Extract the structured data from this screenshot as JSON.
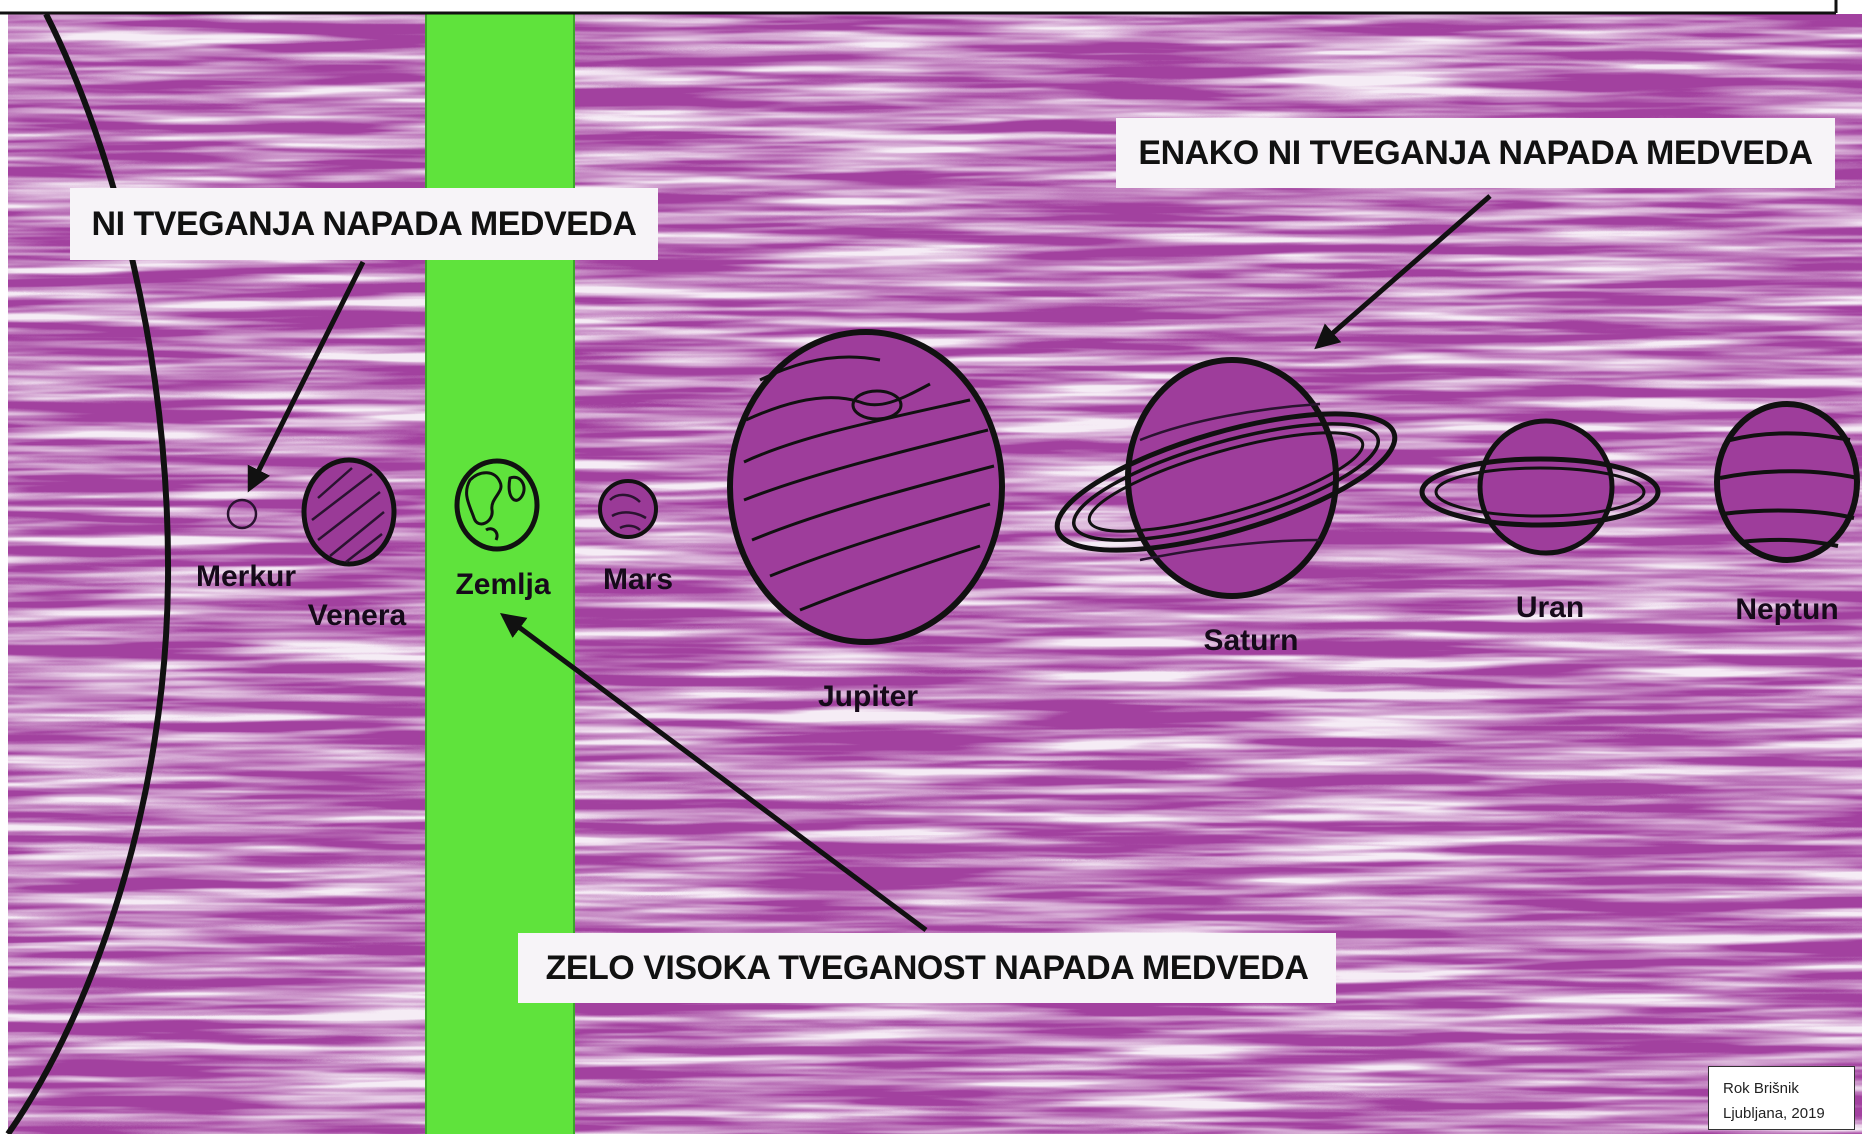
{
  "callouts": {
    "no_risk": "NI TVEGANJA NAPADA MEDVEDA",
    "equally_no_risk": "ENAKO NI TVEGANJA NAPADA MEDVEDA",
    "very_high_risk": "ZELO VISOKA TVEGANOST NAPADA MEDVEDA"
  },
  "planets": {
    "merkur": "Merkur",
    "venera": "Venera",
    "zemlja": "Zemlja",
    "mars": "Mars",
    "jupiter": "Jupiter",
    "saturn": "Saturn",
    "uran": "Uran",
    "neptun": "Neptun"
  },
  "credit": {
    "author": "Rok Brišnik",
    "place_year": "Ljubljana, 2019"
  },
  "colors": {
    "background": "#a2419f",
    "habitable_zone": "#5fe33c",
    "outline": "#111111",
    "callout_box": "#f7f4f8"
  }
}
